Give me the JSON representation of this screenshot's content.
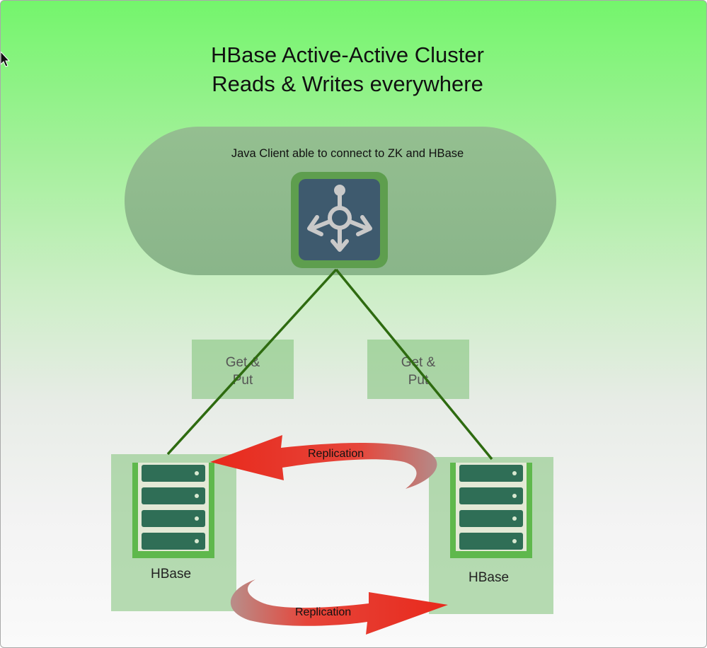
{
  "title": {
    "line1": "HBase Active-Active Cluster",
    "line2": "Reads & Writes everywhere"
  },
  "client": {
    "label": "Java Client able to connect to ZK and HBase",
    "icon": "network-hub-icon"
  },
  "operations": [
    {
      "line1": "Get &",
      "line2": "Put"
    },
    {
      "line1": "Get &",
      "line2": "Put"
    }
  ],
  "nodes": [
    {
      "label": "HBase",
      "icon": "server-rack-icon"
    },
    {
      "label": "HBase",
      "icon": "server-rack-icon"
    }
  ],
  "replication": [
    {
      "label": "Replication",
      "direction": "right-to-left"
    },
    {
      "label": "Replication",
      "direction": "left-to-right"
    }
  ],
  "colors": {
    "background_top": "#74f56c",
    "connector": "#2e6b10",
    "arrow": "#e8291c",
    "icon_tile": "#3e5a6e",
    "server": "#2f6e56"
  }
}
